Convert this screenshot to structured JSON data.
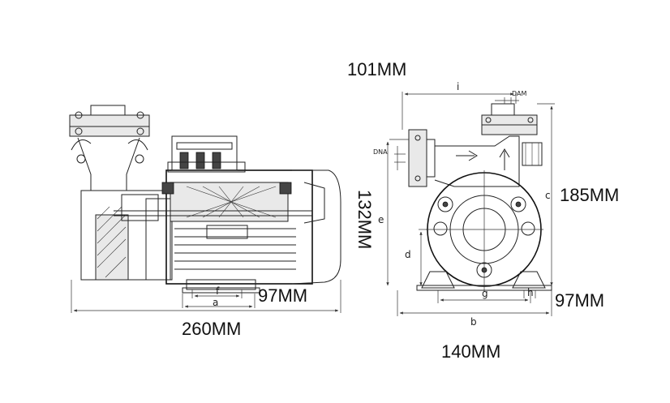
{
  "dimensions": {
    "top_width": "101MM",
    "height_right": "185MM",
    "height_left": "132MM",
    "foot_left": "97MM",
    "foot_right": "97MM",
    "overall_length": "260MM",
    "overall_width": "140MM"
  },
  "letters": {
    "i": "i",
    "dam": "DAM",
    "dna": "DNA",
    "c": "c",
    "e": "e",
    "d": "d",
    "g": "g",
    "h": "h",
    "b": "b",
    "a": "a",
    "f": "f"
  }
}
